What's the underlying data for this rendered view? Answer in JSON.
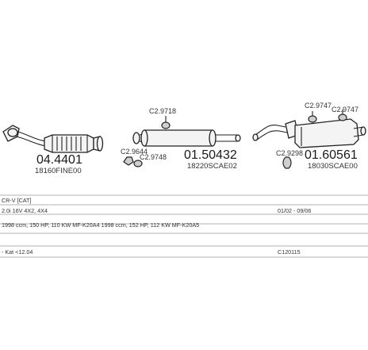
{
  "parts": {
    "p1": {
      "number": "04.4401",
      "oem": "18160FINE00"
    },
    "p2": {
      "number": "01.50432",
      "oem": "18220SCAE02"
    },
    "p3": {
      "number": "01.60561",
      "oem": "18030SCAE00"
    }
  },
  "clamps": {
    "c1": "C2.9718",
    "c2": "C2.9644",
    "c3": "C2.9748",
    "c4": "C2.9747",
    "c5": "C2.9747",
    "c6": "C2.9298"
  },
  "table": {
    "row1": "CR-V [CAT]",
    "row2_left": "2.0i 16V 4X2, 4X4",
    "row2_right": "01/02 - 09/06",
    "row3": "1998 ccm, 150 HP, 110 KW MF-K20A4 1998 ccm, 152 HP, 112 KW MF-K20A5",
    "row4_left": "- Kat <12.04",
    "row4_right": "C120115"
  },
  "colors": {
    "outline": "#222222",
    "rule": "#9a9a9a",
    "fill": "#f4f4f4"
  }
}
